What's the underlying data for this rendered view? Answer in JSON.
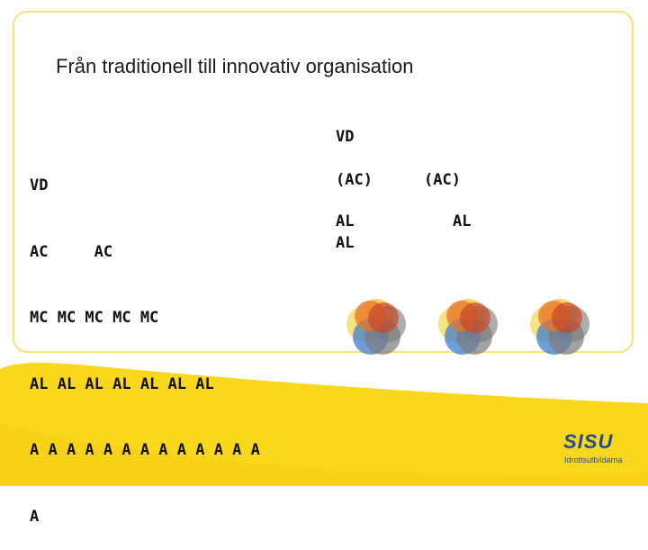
{
  "title": "Från traditionell till innovativ organisation",
  "left_list": {
    "lines": [
      "VD",
      "AC     AC",
      "MC MC MC MC MC",
      "AL AL AL AL AL AL AL",
      "A A A A A A A A A A A A A",
      "A"
    ]
  },
  "right_structure": {
    "vd": "VD",
    "ac_left": "(AC)",
    "ac_right": "(AC)",
    "al_1": "AL",
    "al_2": "AL",
    "al_3": "AL"
  },
  "logo": {
    "word": "SISU",
    "sub": "Idrottsutbildarna"
  },
  "colors": {
    "accent_yellow": "#f9d71c",
    "border_yellow": "#f6e27a",
    "logo_blue": "#1e4d8f"
  },
  "icons": [
    "venn-cluster-icon",
    "venn-cluster-icon",
    "venn-cluster-icon",
    "sisu-logo"
  ]
}
